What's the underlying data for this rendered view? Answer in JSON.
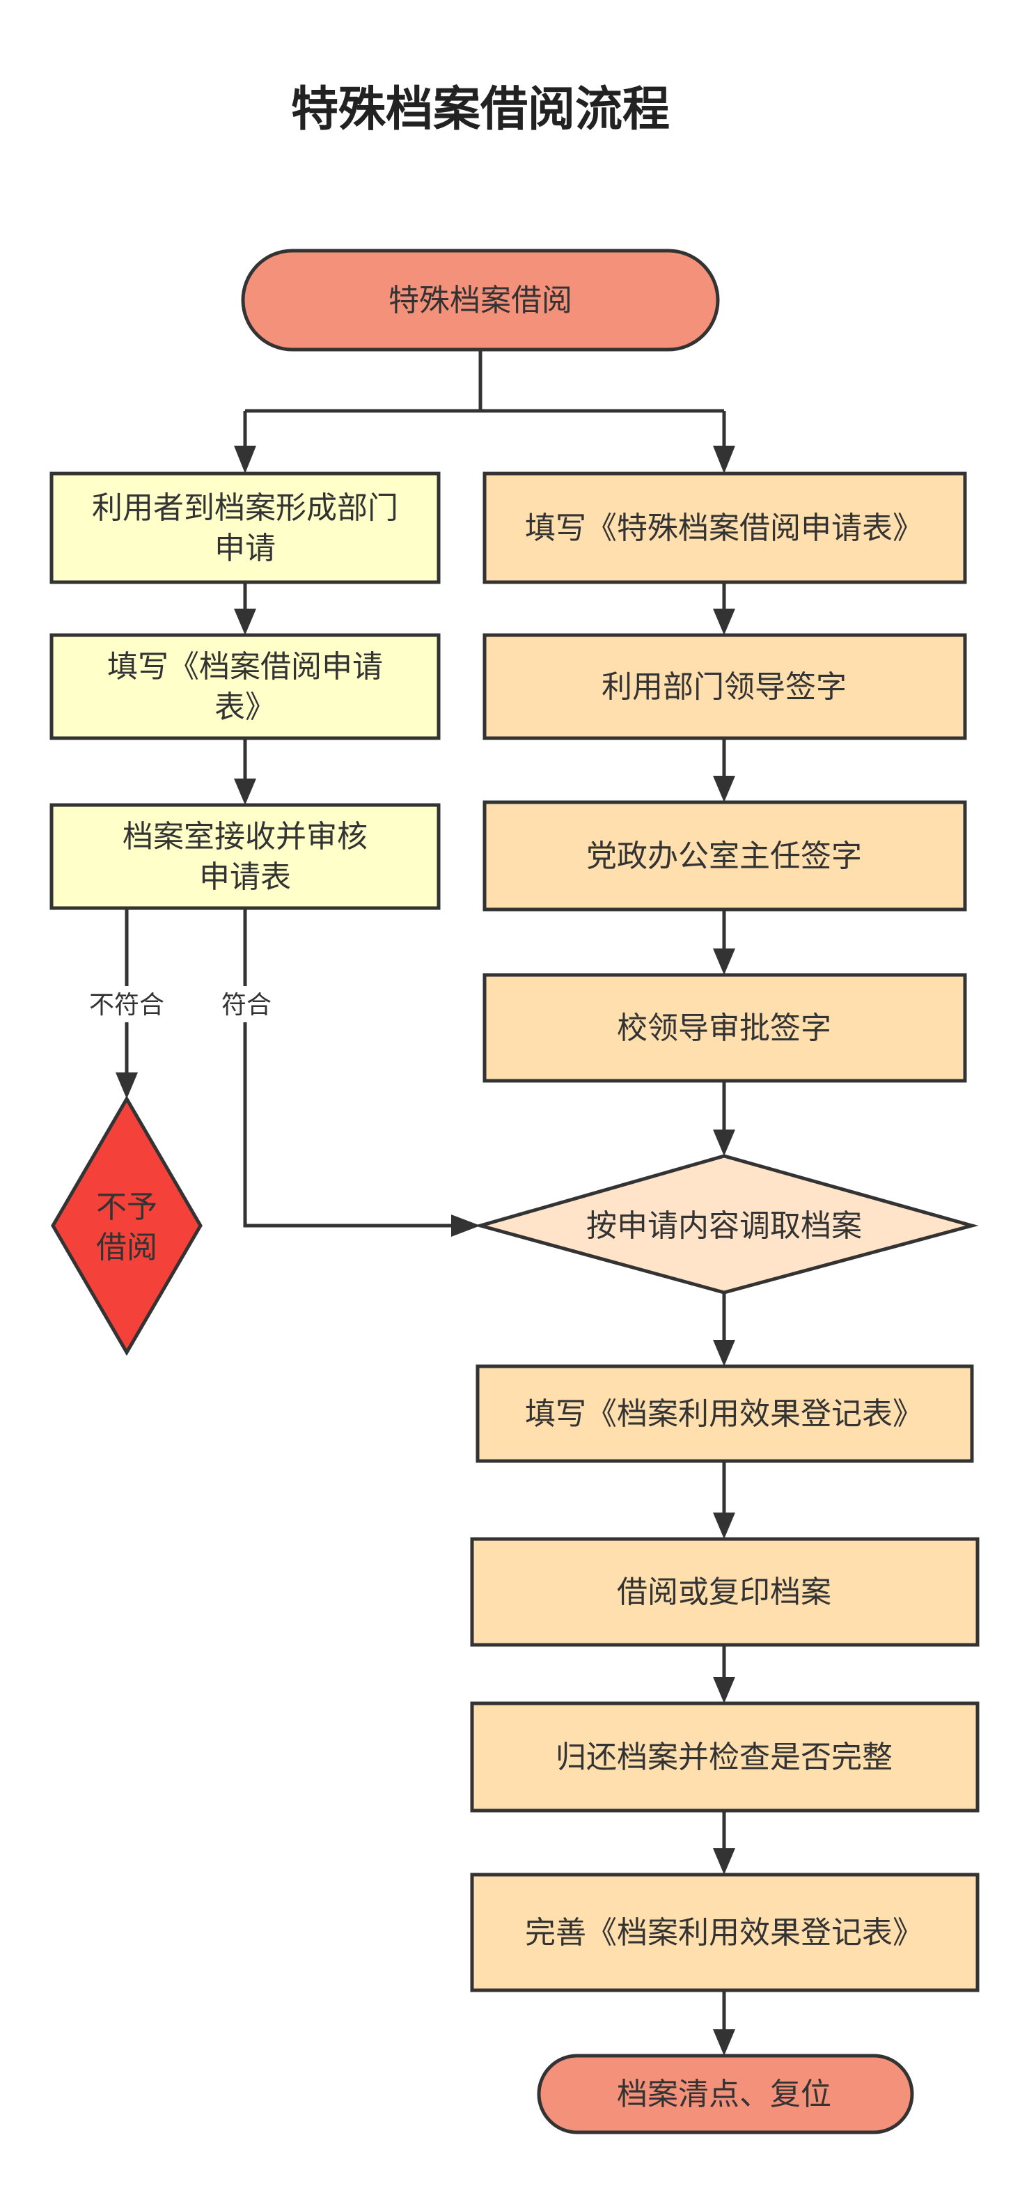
{
  "title": "特殊档案借阅流程",
  "colors": {
    "terminal": "#F4917B",
    "left_step": "#FFFFC9",
    "right_step": "#FFDFAE",
    "decision": "#FFE4C9",
    "reject": "#F4423A",
    "line": "#333333"
  },
  "nodes": {
    "start": {
      "lines": [
        "特殊档案借阅"
      ]
    },
    "apply_dept": {
      "lines": [
        "利用者到档案形成部门",
        "申请"
      ]
    },
    "fill_borrow_form": {
      "lines": [
        "填写《档案借阅申请",
        "表》"
      ]
    },
    "archive_review": {
      "lines": [
        "档案室接收并审核",
        "申请表"
      ]
    },
    "reject": {
      "lines": [
        "不予",
        "借阅"
      ]
    },
    "fill_special_form": {
      "lines": [
        "填写《特殊档案借阅申请表》"
      ]
    },
    "dept_leader_sign": {
      "lines": [
        "利用部门领导签字"
      ]
    },
    "office_director_sign": {
      "lines": [
        "党政办公室主任签字"
      ]
    },
    "school_leader_approve": {
      "lines": [
        "校领导审批签字"
      ]
    },
    "retrieve": {
      "lines": [
        "按申请内容调取档案"
      ]
    },
    "fill_effect_form": {
      "lines": [
        "填写《档案利用效果登记表》"
      ]
    },
    "borrow_copy": {
      "lines": [
        "借阅或复印档案"
      ]
    },
    "return_check": {
      "lines": [
        "归还档案并检查是否完整"
      ]
    },
    "complete_effect_form": {
      "lines": [
        "完善《档案利用效果登记表》"
      ]
    },
    "end": {
      "lines": [
        "档案清点、复位"
      ]
    }
  },
  "edge_labels": {
    "not_compliant": "不符合",
    "compliant": "符合"
  }
}
